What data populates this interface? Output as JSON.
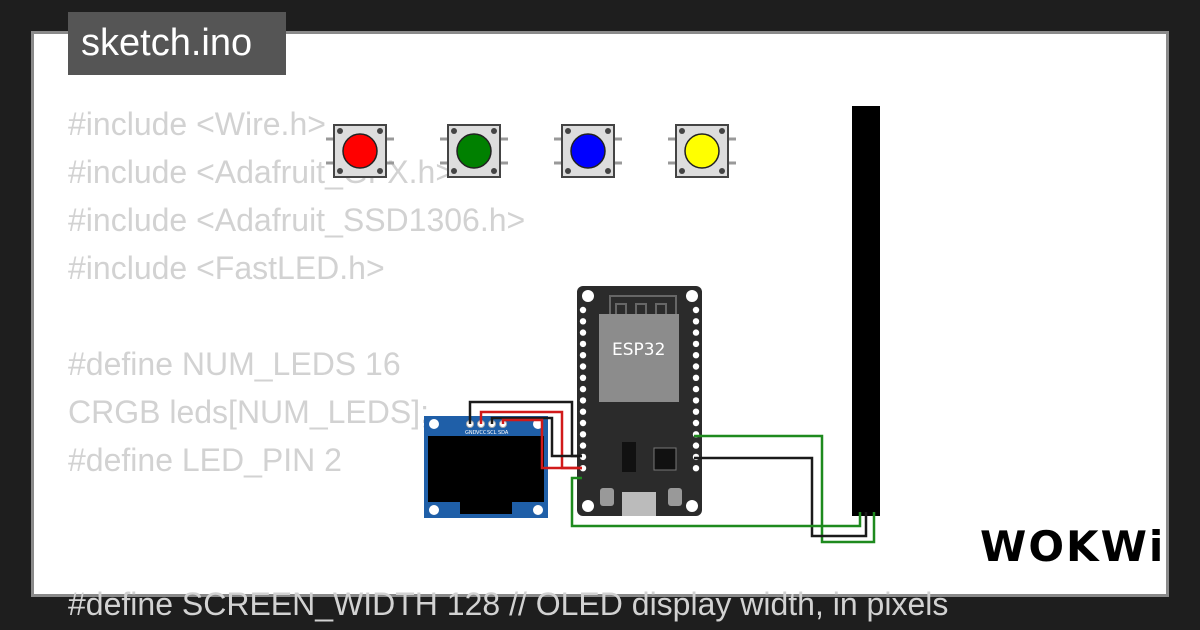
{
  "title": "sketch.ino",
  "code_lines": [
    "#include <Wire.h>",
    "#include <Adafruit_GFX.h>",
    "#include <Adafruit_SSD1306.h>",
    "#include <FastLED.h>",
    "",
    "#define NUM_LEDS 16",
    "CRGB leds[NUM_LEDS];",
    "#define LED_PIN 2",
    "",
    "",
    "#define SCREEN_WIDTH 128 // OLED display width, in pixels"
  ],
  "board": {
    "label": "ESP32",
    "color": "#2b2b2b",
    "chip_color": "#8c8c8c"
  },
  "buttons": [
    {
      "name": "red",
      "color": "#ff0000"
    },
    {
      "name": "green",
      "color": "#008000"
    },
    {
      "name": "blue",
      "color": "#0000ff"
    },
    {
      "name": "yellow",
      "color": "#ffff00"
    }
  ],
  "oled": {
    "pin_labels": [
      "GND",
      "VCC",
      "SCL",
      "SDA"
    ],
    "pcb_color": "#1f5fa8"
  },
  "wire_colors": {
    "black": "#1a1a1a",
    "red": "#d11a1a",
    "green": "#1e8a1e"
  },
  "brand": "WOKWi"
}
